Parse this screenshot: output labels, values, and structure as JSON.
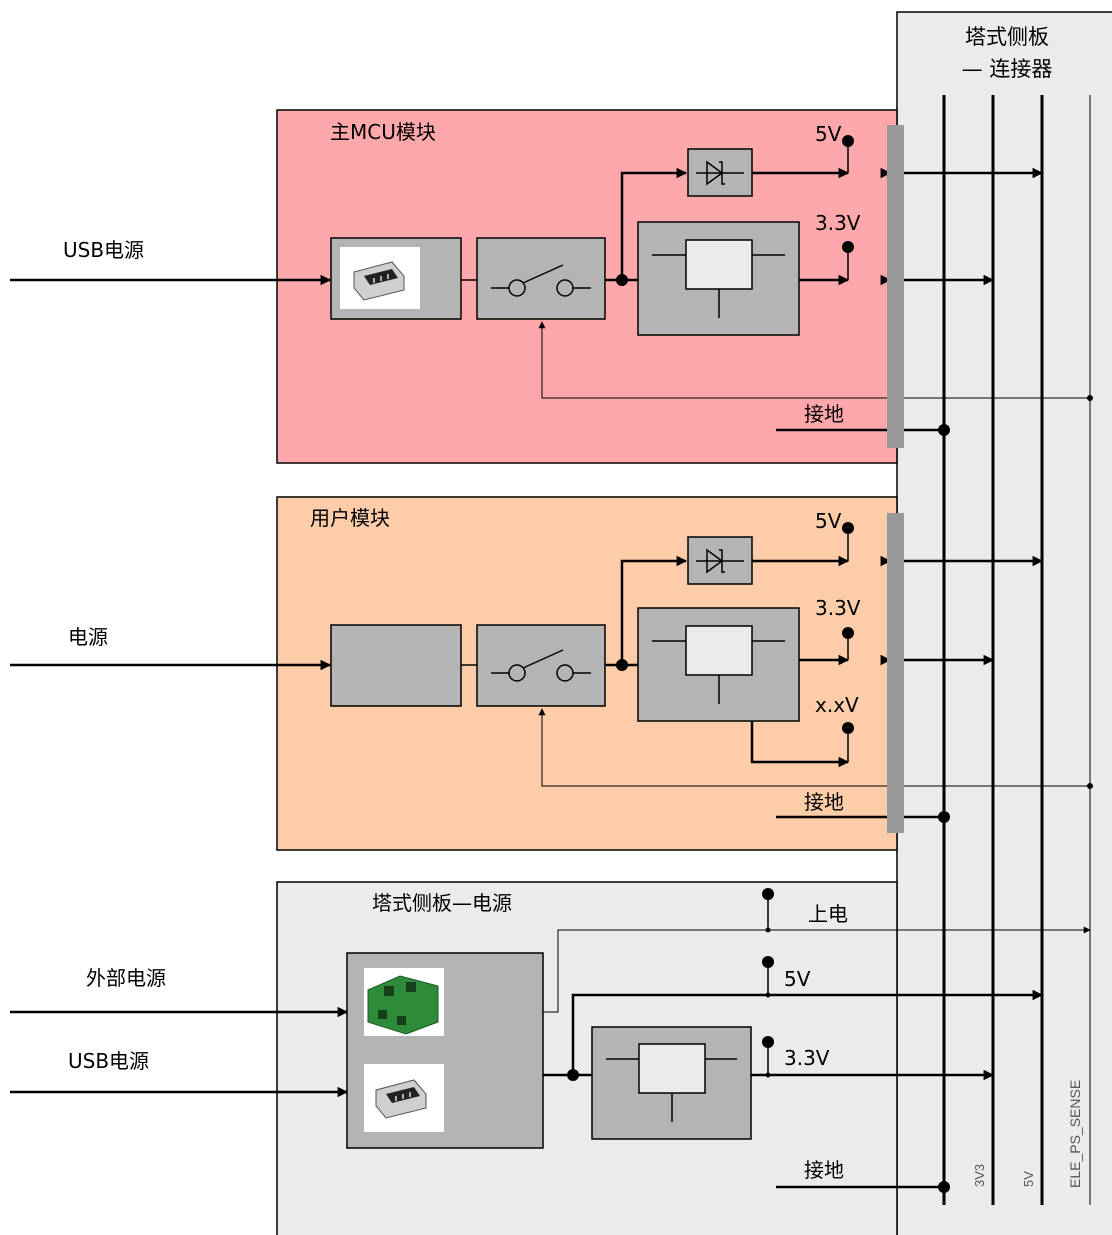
{
  "backplane": {
    "title_line1": "塔式侧板",
    "title_line2": "— 连接器",
    "bus_labels": {
      "v3v3": "3V3",
      "v5": "5V",
      "sense": "ELE_PS_SENSE"
    }
  },
  "modules": {
    "main_mcu": {
      "title": "主MCU模块",
      "input_label": "USB电源",
      "v5": "5V",
      "v33": "3.3V",
      "ground": "接地"
    },
    "user": {
      "title": "用户模块",
      "input_label": "电源",
      "v5": "5V",
      "v33": "3.3V",
      "vxx": "x.xV",
      "ground": "接地"
    },
    "tower_power": {
      "title": "塔式侧板—电源",
      "input_ext": "外部电源",
      "input_usb": "USB电源",
      "power_on": "上电",
      "v5": "5V",
      "v33": "3.3V",
      "ground": "接地"
    }
  },
  "colors": {
    "main_mcu_bg": "#ffa8ab",
    "user_bg": "#fdcca8",
    "tower_bg": "#ebebeb",
    "block_fill": "#b4b4b4",
    "connector_bar": "#999999",
    "terminal_green": "#2e8b3a"
  }
}
